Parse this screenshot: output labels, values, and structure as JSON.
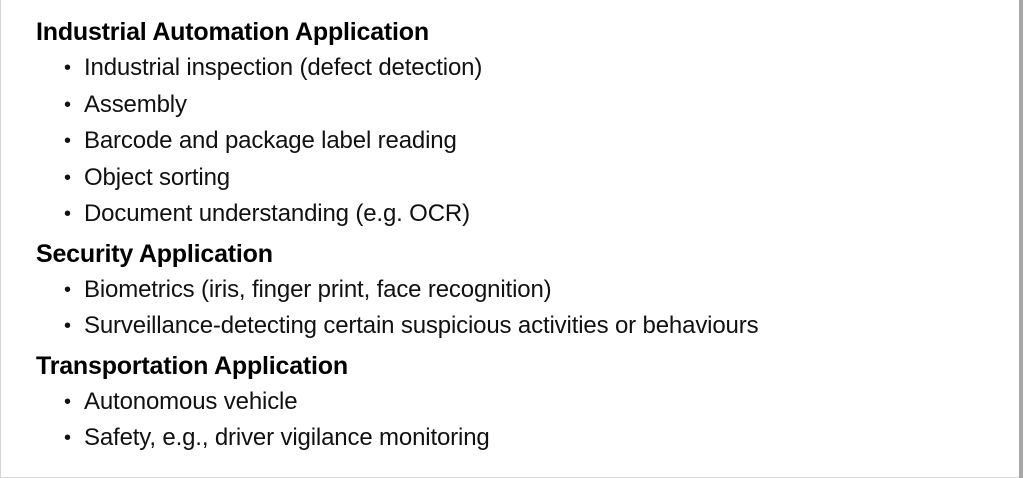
{
  "slide": {
    "background_color": "#ffffff",
    "text_color": "#111111",
    "heading_color": "#000000",
    "border_color": "#d4d4d4",
    "scrollbar_color": "#a6a6a6",
    "bullet_glyph": "•",
    "sections": [
      {
        "heading": "Industrial Automation Application",
        "items": [
          "Industrial inspection (defect detection)",
          "Assembly",
          "Barcode and package label reading",
          "Object sorting",
          "Document understanding (e.g. OCR)"
        ]
      },
      {
        "heading": "Security Application",
        "items": [
          "Biometrics (iris, finger print, face recognition)",
          "Surveillance-detecting certain suspicious activities or behaviours"
        ]
      },
      {
        "heading": "Transportation Application",
        "items": [
          "Autonomous vehicle",
          "Safety, e.g., driver vigilance monitoring"
        ]
      }
    ]
  }
}
